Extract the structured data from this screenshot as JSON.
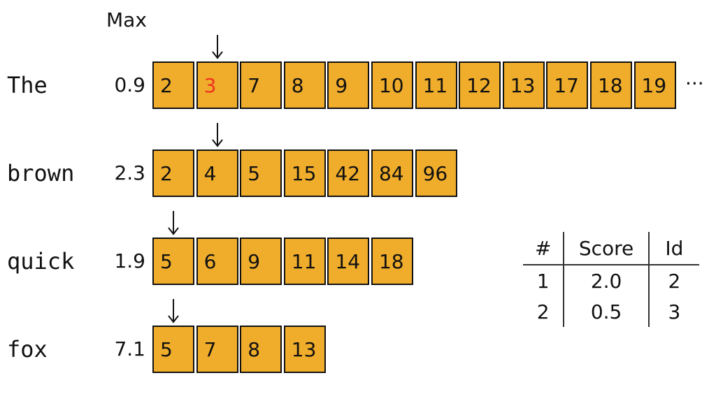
{
  "header": {
    "max_label": "Max"
  },
  "rows": [
    {
      "term": "The",
      "max": "0.9",
      "ids": [
        "2",
        "3",
        "7",
        "8",
        "9",
        "10",
        "11",
        "12",
        "13",
        "17",
        "18",
        "19"
      ],
      "pointer_index": 1,
      "highlight_index": 1,
      "continues": true
    },
    {
      "term": "brown",
      "max": "2.3",
      "ids": [
        "2",
        "4",
        "5",
        "15",
        "42",
        "84",
        "96"
      ],
      "pointer_index": 1,
      "highlight_index": -1,
      "continues": false
    },
    {
      "term": "quick",
      "max": "1.9",
      "ids": [
        "5",
        "6",
        "9",
        "11",
        "14",
        "18"
      ],
      "pointer_index": 0,
      "highlight_index": -1,
      "continues": false
    },
    {
      "term": "fox",
      "max": "7.1",
      "ids": [
        "5",
        "7",
        "8",
        "13"
      ],
      "pointer_index": 0,
      "highlight_index": -1,
      "continues": false
    }
  ],
  "ellipsis": "···",
  "results_table": {
    "columns": [
      "#",
      "Score",
      "Id"
    ],
    "rows": [
      [
        "1",
        "2.0",
        "2"
      ],
      [
        "2",
        "0.5",
        "3"
      ]
    ]
  },
  "colors": {
    "cell_fill": "#f0ad2b",
    "cell_border": "#111111",
    "highlight_text": "#ee3322"
  }
}
